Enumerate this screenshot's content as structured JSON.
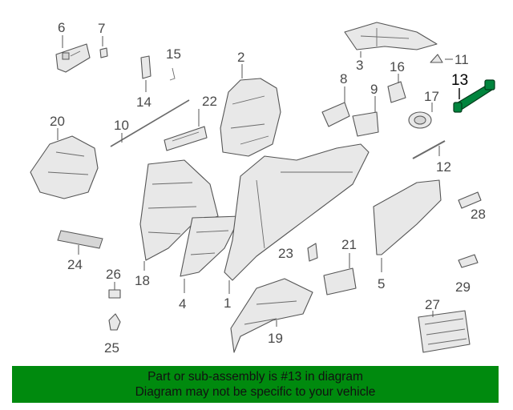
{
  "diagram": {
    "callouts": [
      "6",
      "7",
      "15",
      "14",
      "2",
      "3",
      "16",
      "11",
      "8",
      "9",
      "13",
      "17",
      "22",
      "10",
      "20",
      "12",
      "28",
      "18",
      "24",
      "23",
      "21",
      "26",
      "4",
      "1",
      "5",
      "29",
      "19",
      "27",
      "25"
    ],
    "highlight_callout": "13",
    "highlight_color": "#00843d"
  },
  "banner": {
    "line1": "Part or sub-assembly is #13 in diagram",
    "line2": "Diagram may not be specific to your vehicle",
    "background": "#008a0e"
  }
}
